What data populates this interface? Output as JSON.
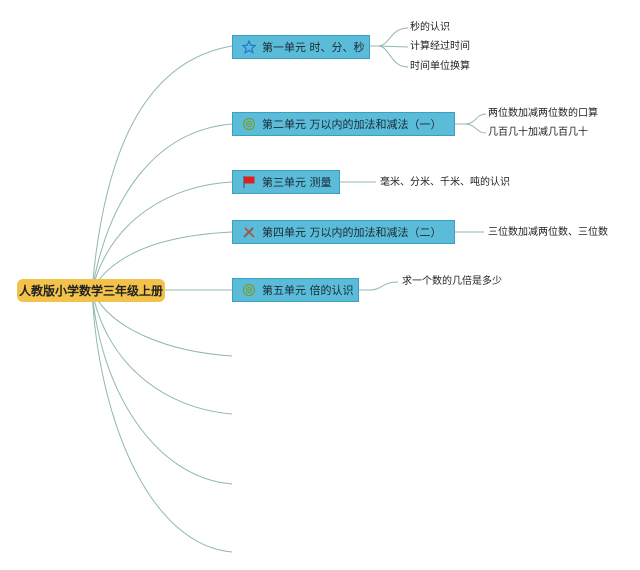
{
  "root": {
    "label": "人教版小学数学三年级上册"
  },
  "units": [
    {
      "label": "第一单元 时、分、秒",
      "icon": "star-icon",
      "topics": [
        "秒的认识",
        "计算经过时间",
        "时间单位换算"
      ]
    },
    {
      "label": "第二单元 万以内的加法和减法（一）",
      "icon": "target-icon",
      "topics": [
        "两位数加减两位数的口算",
        "几百几十加减几百几十"
      ]
    },
    {
      "label": "第三单元 测量",
      "icon": "red-flag-icon",
      "topics": [
        "毫米、分米、千米、吨的认识"
      ]
    },
    {
      "label": "第四单元 万以内的加法和减法（二）",
      "icon": "tools-icon",
      "topics": [
        "三位数加减两位数、三位数"
      ]
    },
    {
      "label": "第五单元 倍的认识",
      "icon": "target-icon",
      "topics": [
        "求一个数的几倍是多少"
      ]
    }
  ],
  "colors": {
    "edge": "#8fb8b0",
    "unit_fill": "#5bbcd9",
    "root_fill": "#f3c24a"
  }
}
